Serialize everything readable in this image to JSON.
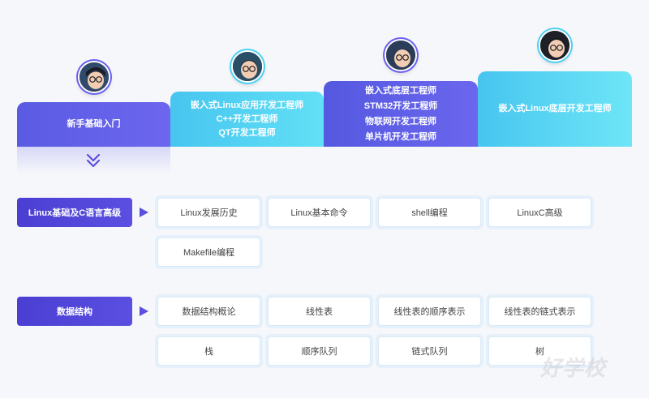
{
  "stages": [
    {
      "lines": [
        "新手基础入门"
      ]
    },
    {
      "lines": [
        "嵌入式Linux应用开发工程师",
        "C++开发工程师",
        "QT开发工程师"
      ]
    },
    {
      "lines": [
        "嵌入式底层工程师",
        "STM32开发工程师",
        "物联网开发工程师",
        "单片机开发工程师"
      ]
    },
    {
      "lines": [
        "嵌入式Linux底层开发工程师"
      ]
    }
  ],
  "sections": [
    {
      "label": "Linux基础及C语言高级",
      "tags": [
        "Linux发展历史",
        "Linux基本命令",
        "shell编程",
        "LinuxC高级",
        "Makefile编程"
      ]
    },
    {
      "label": "数据结构",
      "tags": [
        "数据结构概论",
        "线性表",
        "线性表的顺序表示",
        "线性表的链式表示",
        "栈",
        "顺序队列",
        "链式队列",
        "树"
      ]
    }
  ],
  "watermark": "好学校",
  "colors": {
    "primary": "#5a5be4",
    "cyan": "#47c5ef",
    "section": "#4b3fd3"
  }
}
